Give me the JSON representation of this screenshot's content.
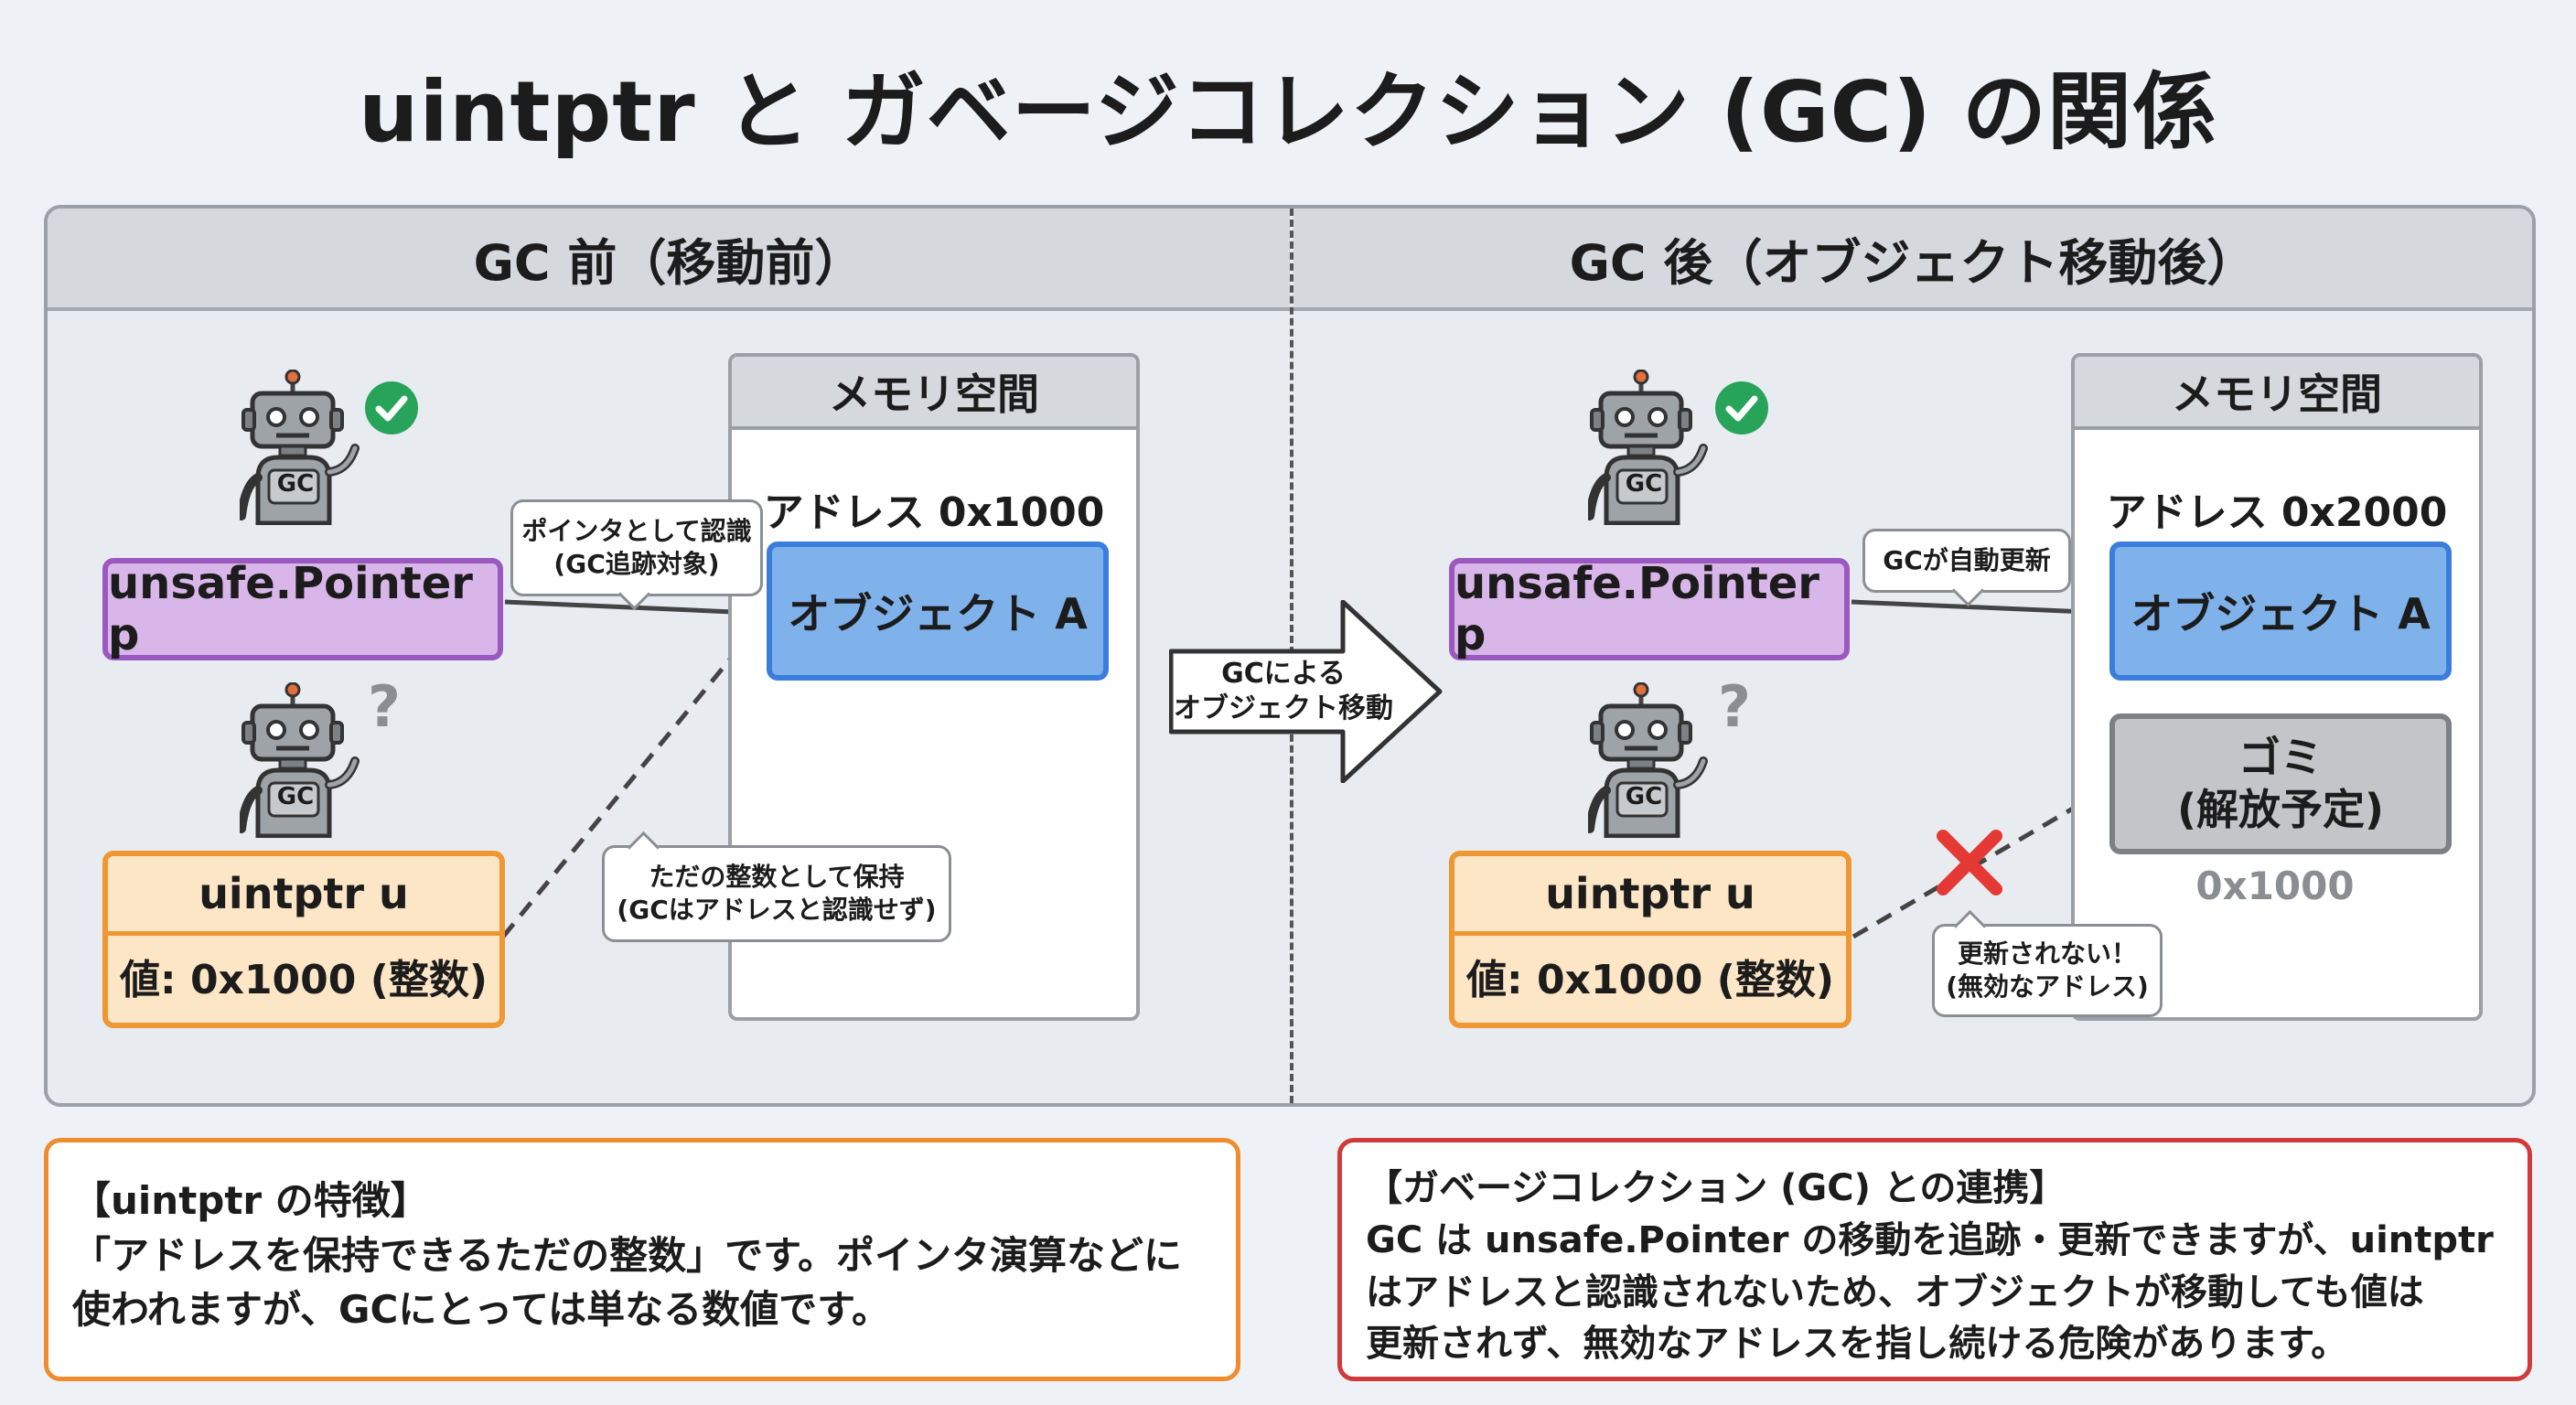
{
  "title": "uintptr と ガベージコレクション (GC) の関係",
  "panels": {
    "before": {
      "header": "GC 前（移動前）",
      "memory_label": "メモリ空間",
      "address_label": "アドレス 0x1000",
      "object_label": "オブジェクト A",
      "pointer_label": "unsafe.Pointer p",
      "uintptr_name": "uintptr u",
      "uintptr_value": "値: 0x1000 (整数)",
      "callout_pointer_line1": "ポインタとして認識",
      "callout_pointer_line2": "(GC追跡対象)",
      "callout_uintptr_line1": "ただの整数として保持",
      "callout_uintptr_line2": "(GCはアドレスと認識せず)",
      "robot_top_badge": "GC",
      "robot_bottom_badge": "GC"
    },
    "transition": {
      "line1": "GCによる",
      "line2": "オブジェクト移動"
    },
    "after": {
      "header": "GC 後（オブジェクト移動後）",
      "memory_label": "メモリ空間",
      "address_label": "アドレス 0x2000",
      "object_label": "オブジェクト A",
      "garbage_line1": "ゴミ",
      "garbage_line2": "(解放予定)",
      "old_address": "0x1000",
      "pointer_label": "unsafe.Pointer p",
      "uintptr_name": "uintptr u",
      "uintptr_value": "値: 0x1000 (整数)",
      "callout_pointer": "GCが自動更新",
      "callout_uintptr_line1": "更新されない！",
      "callout_uintptr_line2": "(無効なアドレス)",
      "robot_top_badge": "GC",
      "robot_bottom_badge": "GC"
    }
  },
  "notes": {
    "uintptr": {
      "heading": "【uintptr の特徴】",
      "line1": "「アドレスを保持できるただの整数」です。ポインタ演算などに",
      "line2": "使われますが、GCにとっては単なる数値です。"
    },
    "gc": {
      "heading": "【ガベージコレクション (GC) との連携】",
      "line1": "GC は unsafe.Pointer の移動を追跡・更新できますが、uintptr",
      "line2": "はアドレスと認識されないため、オブジェクトが移動しても値は",
      "line3": "更新されず、無効なアドレスを指し続ける危険があります。"
    }
  },
  "icons": {
    "robot_ok": "robot-icon",
    "check": "check-circle-icon",
    "robot_confused": "robot-icon",
    "question": "question-mark-icon",
    "invalid": "red-x-icon",
    "transition_arrow": "right-arrow-icon"
  },
  "colors": {
    "pointer_fill": "#d9b6ea",
    "pointer_border": "#9b59c0",
    "uintptr_fill": "#fde6c6",
    "uintptr_border": "#ef9732",
    "object_fill": "#7fb1ea",
    "object_border": "#3b7ddc",
    "garbage_fill": "#c3c5c8",
    "check_green": "#27a35a",
    "invalid_red": "#e53935",
    "note_orange": "#f08c2e",
    "note_red": "#d03a3a"
  }
}
